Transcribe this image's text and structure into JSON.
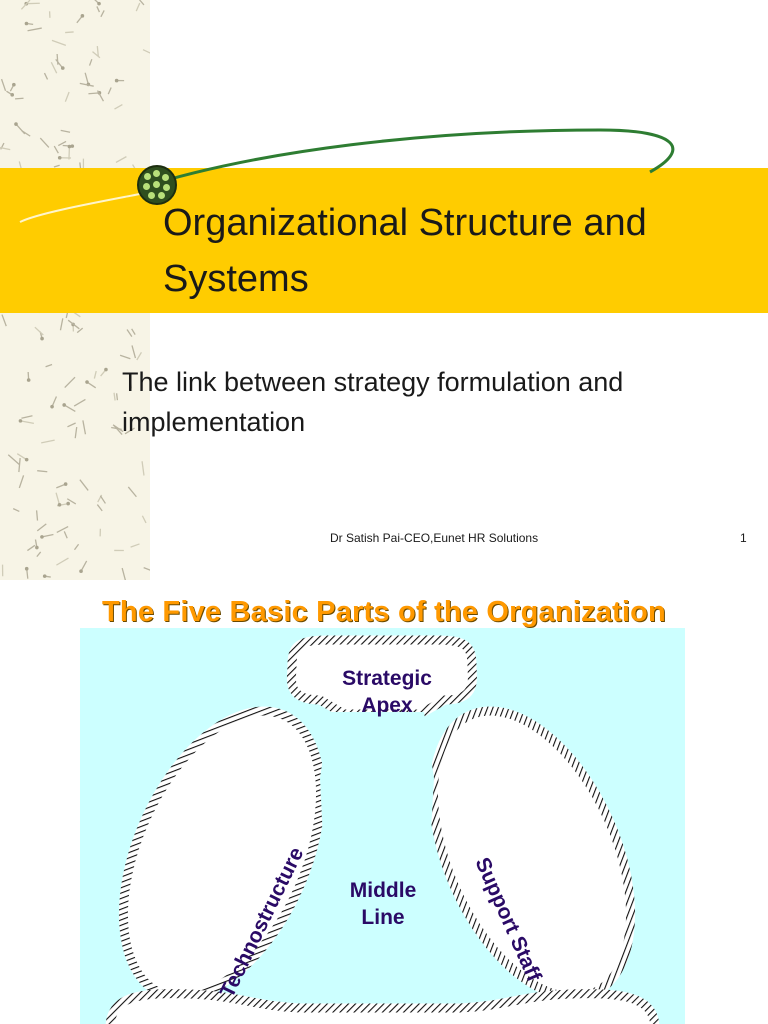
{
  "slide1": {
    "title_lines": [
      "Organizational Structure and",
      "Systems"
    ],
    "subtitle_lines": [
      "The link between strategy formulation and",
      "implementation"
    ],
    "footer": "Dr Satish Pai-CEO,Eunet HR Solutions",
    "page_number": "1",
    "colors": {
      "title_band": "#ffcc00",
      "swoosh": "#2e7d32",
      "text": "#1a1a1a"
    },
    "icons": [
      "decorative-molecule-pattern",
      "green-orb-icon"
    ]
  },
  "slide2": {
    "title": "The Five Basic Parts of the Organization",
    "diagram": {
      "parts": {
        "apex": [
          "Strategic",
          "Apex"
        ],
        "middle": [
          "Middle",
          "Line"
        ],
        "techno": "Technostructure",
        "support": "Support Staff"
      }
    },
    "colors": {
      "title": "#ff9900",
      "panel": "#ccffff",
      "labels": "#2a0a66",
      "outline": "#111111"
    }
  }
}
